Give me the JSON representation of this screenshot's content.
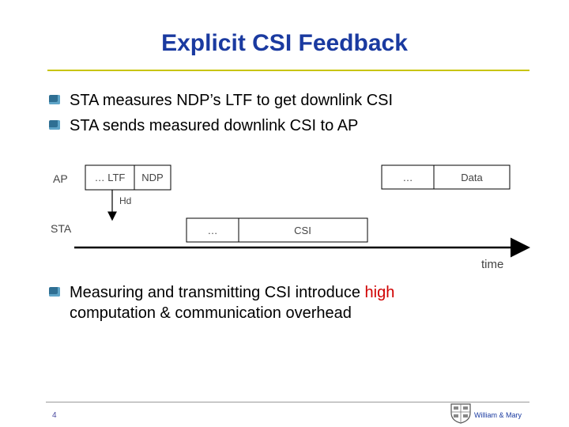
{
  "title": "Explicit CSI Feedback",
  "bullets": [
    "STA measures NDP’s LTF to get downlink CSI",
    "STA sends measured downlink CSI to AP"
  ],
  "bullet3": {
    "before": "Measuring and transmitting CSI introduce ",
    "highlight": "high",
    "line2": "computation & communication overhead"
  },
  "diagram": {
    "ap_label": "AP",
    "sta_label": "STA",
    "ap_frame1": [
      "… LTF",
      "NDP"
    ],
    "ap_frame2": [
      "…",
      "Data"
    ],
    "sta_frame": [
      "…",
      "CSI"
    ],
    "hd_label": "Hd",
    "time_label": "time"
  },
  "footer": {
    "page_number": "4",
    "institution": "William & Mary"
  },
  "colors": {
    "title": "#1a3aa0",
    "accent_rule": "#c8c400",
    "highlight": "#d00000",
    "bullet_mark": "#2f6f93"
  }
}
